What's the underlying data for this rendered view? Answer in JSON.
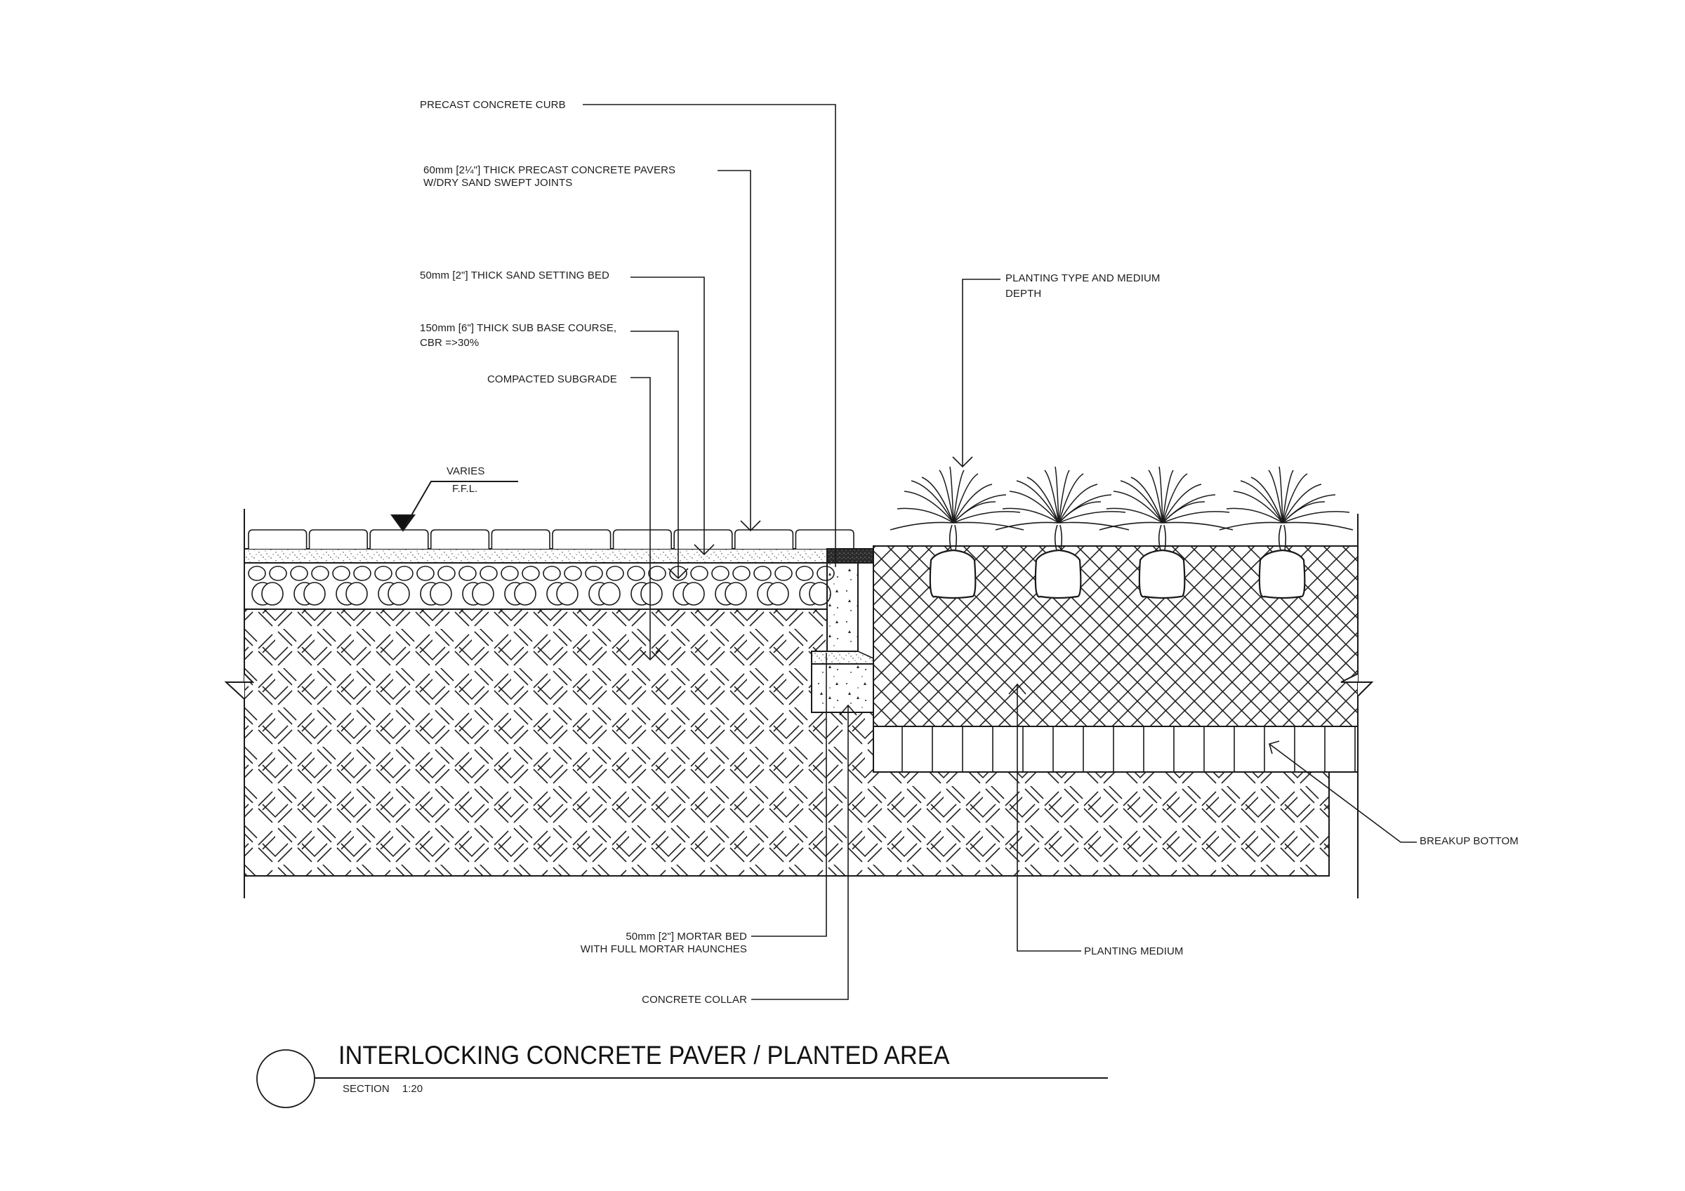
{
  "drawing": {
    "title": "INTERLOCKING CONCRETE PAVER / PLANTED AREA",
    "view_type": "SECTION",
    "scale": "1:20",
    "line_color": "#1a1a1a",
    "background": "#ffffff"
  },
  "level_marker": {
    "value": "VARIES",
    "label": "F.F.L."
  },
  "callouts": {
    "curb": "PRECAST CONCRETE CURB",
    "pavers_line1": "60mm [2¼\"] THICK PRECAST CONCRETE PAVERS",
    "pavers_line2": "W/DRY SAND SWEPT JOINTS",
    "sand_bed": "50mm [2\"] THICK SAND SETTING BED",
    "sub_base_line1": "150mm [6\"] THICK SUB BASE COURSE,",
    "sub_base_line2": "CBR =>30%",
    "subgrade": "COMPACTED SUBGRADE",
    "planting_type_line1": "PLANTING TYPE AND MEDIUM",
    "planting_type_line2": "DEPTH",
    "breakup_bottom": "BREAKUP BOTTOM",
    "planting_medium": "PLANTING MEDIUM",
    "mortar_line1": "50mm [2\"] MORTAR BED",
    "mortar_line2": "WITH FULL MORTAR HAUNCHES",
    "collar": "CONCRETE COLLAR"
  },
  "elements": {
    "paver_count": 10,
    "plant_count": 4
  }
}
